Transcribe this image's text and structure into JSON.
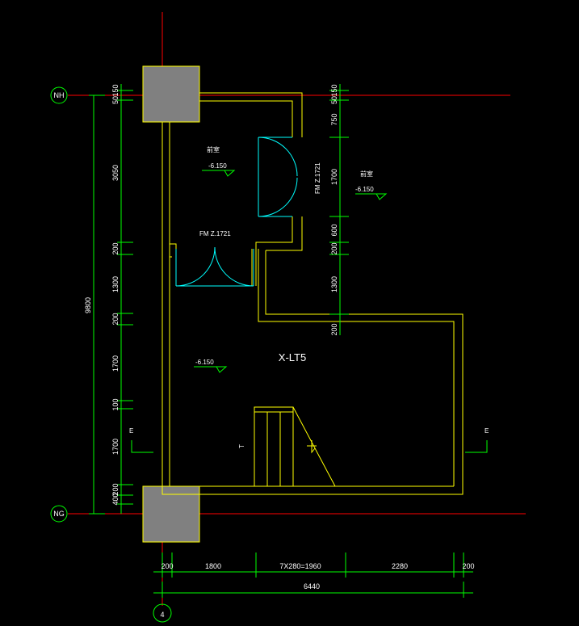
{
  "axes": {
    "nh": "NH",
    "ng": "NG",
    "col4": "4"
  },
  "room": {
    "name": "X-LT5",
    "level_main": "-6.150",
    "level_upper": "-6.150",
    "level_right": "-6.150",
    "upper_room_glyph": "前室",
    "right_room_glyph": "前室"
  },
  "doors": {
    "fm1": "FM Z.1721",
    "fm2": "FM Z.1721"
  },
  "section_marks": {
    "left": "E",
    "right": "E"
  },
  "stair_arrow": "T",
  "dims_left_outer": [
    "9800"
  ],
  "dims_left_inner": [
    "150",
    "50",
    "3050",
    "200",
    "1300",
    "200",
    "1700",
    "100",
    "1700",
    "400",
    "200"
  ],
  "dims_right": [
    "150",
    "50",
    "750",
    "1700",
    "600",
    "200",
    "1300",
    "200"
  ],
  "dims_bottom": [
    "200",
    "1800",
    "7X280=1960",
    "2280",
    "200"
  ],
  "dims_bottom_total": "6440",
  "colors": {
    "wall": "#ffff00",
    "dim_line": "#00ff00",
    "axis_line": "#ff0000",
    "door": "#00ffff",
    "column": "#808080"
  }
}
